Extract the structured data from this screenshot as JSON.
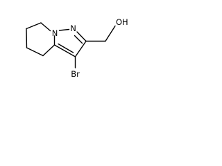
{
  "molecule": {
    "atoms": {
      "n_bridge": "N",
      "n_pyrazole": "N",
      "hydroxyl": "OH",
      "bromine": "Br"
    }
  }
}
